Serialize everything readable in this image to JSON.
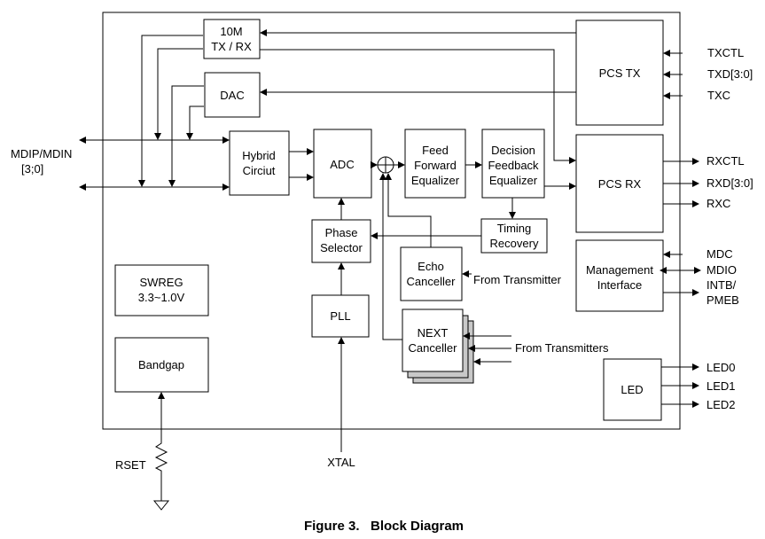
{
  "figure": {
    "caption": "Figure 3.   Block Diagram"
  },
  "blocks": {
    "tx10m": [
      "10M",
      "TX / RX"
    ],
    "dac": [
      "DAC"
    ],
    "hybrid": [
      "Hybrid",
      "Circiut"
    ],
    "adc": [
      "ADC"
    ],
    "ffe": [
      "Feed",
      "Forward",
      "Equalizer"
    ],
    "dfe": [
      "Decision",
      "Feedback",
      "Equalizer"
    ],
    "pcs_tx": [
      "PCS TX"
    ],
    "pcs_rx": [
      "PCS RX"
    ],
    "phase_selector": [
      "Phase",
      "Selector"
    ],
    "timing_recovery": [
      "Timing",
      "Recovery"
    ],
    "echo": [
      "Echo",
      "Canceller"
    ],
    "next": [
      "NEXT",
      "Canceller"
    ],
    "pll": [
      "PLL"
    ],
    "mgmt": [
      "Management",
      "Interface"
    ],
    "swreg": [
      "SWREG",
      "3.3~1.0V"
    ],
    "bandgap": [
      "Bandgap"
    ],
    "led": [
      "LED"
    ]
  },
  "signals": {
    "mdi": [
      "MDIP/MDIN",
      "[3;0]"
    ],
    "txctl": "TXCTL",
    "txd": "TXD[3:0]",
    "txc": "TXC",
    "rxctl": "RXCTL",
    "rxd": "RXD[3:0]",
    "rxc": "RXC",
    "mdc": "MDC",
    "mdio": "MDIO",
    "intb": [
      "INTB/",
      "PMEB"
    ],
    "led0": "LED0",
    "led1": "LED1",
    "led2": "LED2",
    "from_transmitter": "From Transmitter",
    "from_transmitters": "From Transmitters",
    "rset": "RSET",
    "xtal": "XTAL"
  },
  "colors": {
    "line": "#000000",
    "shadow_box": "#c8c8c8",
    "background": "#ffffff"
  }
}
